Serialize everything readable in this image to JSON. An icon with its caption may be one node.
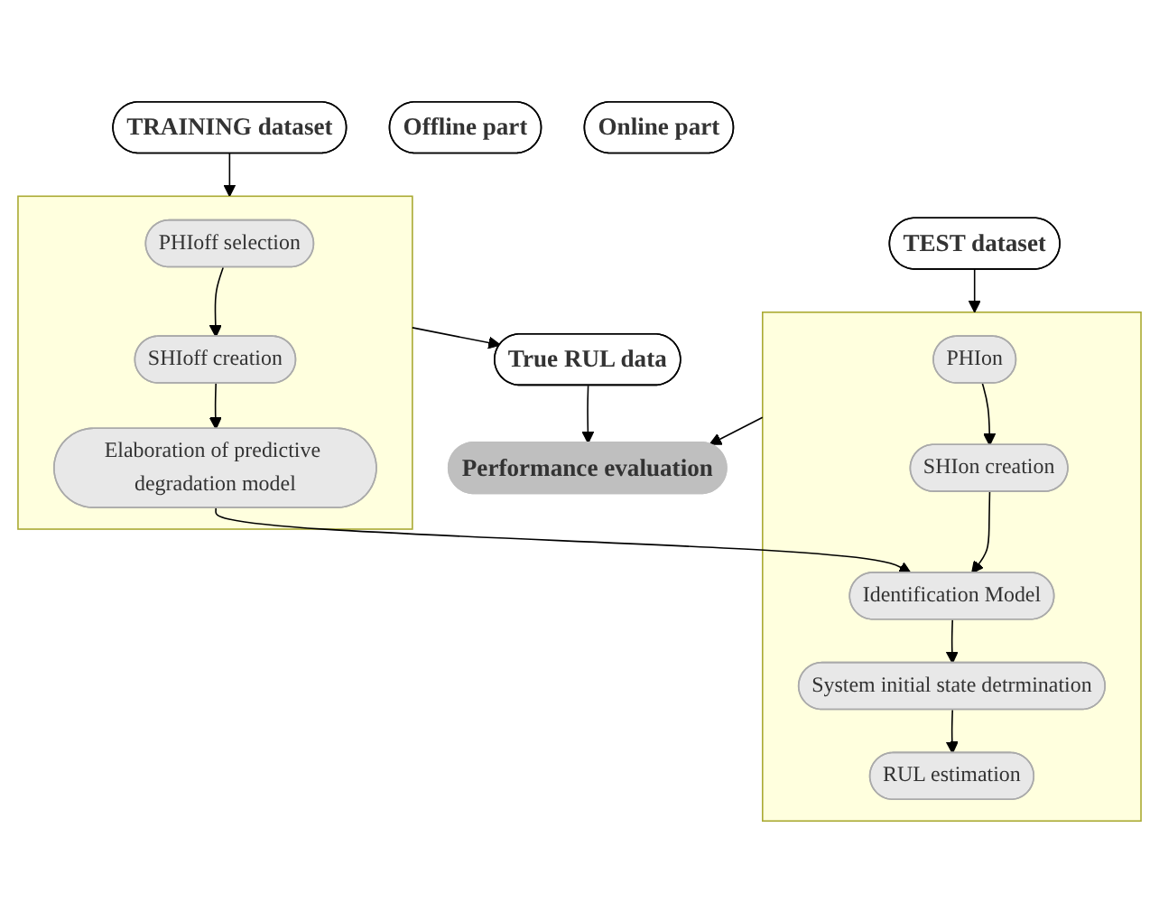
{
  "diagram": {
    "nodes": [
      {
        "text": [
          "TRAINING dataset"
        ]
      },
      {
        "text": [
          "TEST dataset"
        ]
      },
      {
        "text": [
          "Offline part"
        ]
      },
      {
        "text": [],
        "shape": "box"
      },
      {
        "text": [
          "PHIoff selection"
        ],
        "in": 3
      },
      {
        "text": [
          "SHIoff creation"
        ],
        "in": 3
      },
      {
        "text": [
          "Elaboration of predictive degradation model"
        ],
        "in": 3
      },
      {
        "text": [],
        "shape": "box"
      },
      {
        "text": [
          "PHIon"
        ],
        "in": 7
      },
      {
        "text": [
          "SHIon creation"
        ],
        "in": 7
      },
      {
        "text": [
          "Identification Model"
        ],
        "in": 7
      },
      {
        "text": [
          "System initial state detrmination"
        ],
        "in": 7
      },
      {
        "text": [
          "RUL estimation"
        ],
        "in": 7
      },
      {
        "text": [
          "Online part"
        ]
      },
      {
        "text": [
          "True RUL data"
        ]
      },
      {
        "text": [
          "Performance evaluation"
        ]
      }
    ],
    "edges": [
      {
        "from": 0,
        "to": 3,
        "arrow": "to"
      },
      {
        "from": 1,
        "to": 7,
        "arrow": "to"
      },
      {
        "from": 4,
        "to": 5,
        "arrow": "to"
      },
      {
        "from": 5,
        "to": 6,
        "arrow": "to"
      },
      {
        "from": 6,
        "to": 10,
        "arrow": "to"
      },
      {
        "from": 8,
        "to": 9,
        "arrow": "to"
      },
      {
        "from": 9,
        "to": 10,
        "arrow": "to"
      },
      {
        "from": 10,
        "to": 11,
        "arrow": "to"
      },
      {
        "from": 11,
        "to": 12,
        "arrow": "to"
      },
      {
        "from": 3,
        "to": 14,
        "arrow": "to"
      },
      {
        "from": 7,
        "to": 15,
        "arrow": "to"
      },
      {
        "from": 14,
        "to": 15,
        "arrow": "to"
      }
    ]
  }
}
